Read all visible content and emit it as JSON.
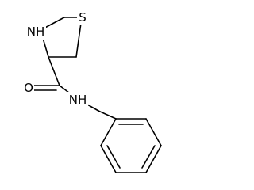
{
  "molecule": {
    "atom_labels": {
      "sulfur": "S",
      "ring_nitrogen": "NH",
      "oxygen": "O",
      "amide_nitrogen": "NH"
    },
    "colors": {
      "bond": "#000000",
      "label": "#000000",
      "background": "#ffffff"
    }
  }
}
